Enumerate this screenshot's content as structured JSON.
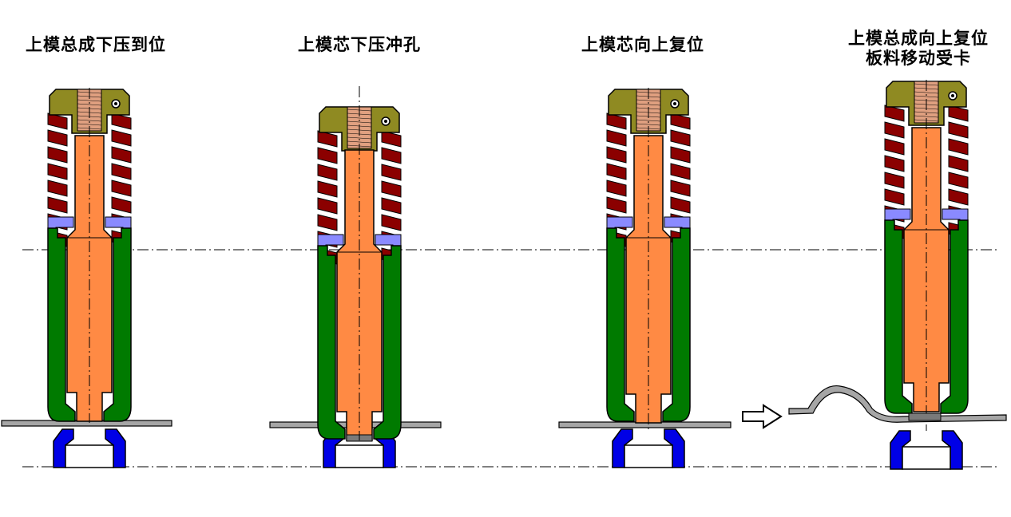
{
  "stages": [
    {
      "lines": [
        "上模总成下压到位"
      ]
    },
    {
      "lines": [
        "上模芯下压冲孔"
      ]
    },
    {
      "lines": [
        "上模芯向上复位"
      ]
    },
    {
      "lines": [
        "上模总成向上复位",
        "板料移动受卡"
      ]
    }
  ],
  "colors": {
    "punch": "#ff8a44",
    "spring": "#8b0000",
    "guide_sleeve": "#007a00",
    "stripper_ring": "#8a8aff",
    "top_block": "#8f8a22",
    "thread": "#e0a080",
    "die": "#0000e6",
    "sheet": "#a6a6a6",
    "slug": "#7a7a7a"
  }
}
